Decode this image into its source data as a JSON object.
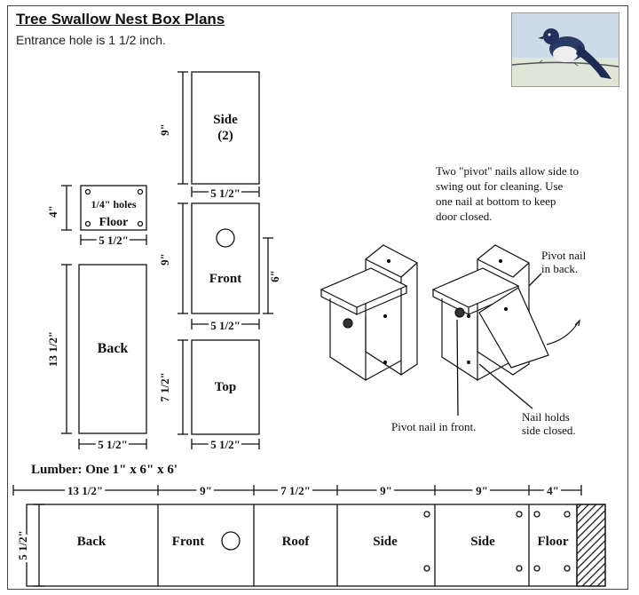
{
  "title": "Tree Swallow Nest Box Plans",
  "subtitle": "Entrance hole is 1 1/2 inch.",
  "photo": {
    "subject-icon": "tree-swallow-bird-icon"
  },
  "pieces": {
    "side": {
      "label": "Side",
      "count": "(2)",
      "height": "9\"",
      "width": "5 1/2\""
    },
    "floor": {
      "label": "Floor",
      "note": "1/4\" holes",
      "height": "4\"",
      "width": "5 1/2\""
    },
    "front": {
      "label": "Front",
      "height": "9\"",
      "width": "5 1/2\"",
      "hole_height": "6\""
    },
    "back": {
      "label": "Back",
      "height": "13 1/2\"",
      "width": "5 1/2\""
    },
    "top": {
      "label": "Top",
      "height": "7 1/2\"",
      "width": "5 1/2\""
    }
  },
  "notes": {
    "pivot_line1": "Two \"pivot\" nails allow side to",
    "pivot_line2": "swing out for cleaning.  Use",
    "pivot_line3": "one nail at bottom to keep",
    "pivot_line4": "door closed.",
    "back_nail_line1": "Pivot nail",
    "back_nail_line2": "in back.",
    "front_nail": "Pivot nail in front.",
    "holds_line1": "Nail holds",
    "holds_line2": "side closed."
  },
  "lumber": {
    "label": "Lumber:  One 1\" x 6\" x 6'",
    "width": "5 1/2\"",
    "segments": [
      {
        "label": "Back",
        "length": "13 1/2\""
      },
      {
        "label": "Front",
        "length": "9\""
      },
      {
        "label": "Roof",
        "length": "7 1/2\""
      },
      {
        "label": "Side",
        "length": "9\""
      },
      {
        "label": "Side",
        "length": "9\""
      },
      {
        "label": "Floor",
        "length": "4\""
      }
    ]
  },
  "colors": {
    "line": "#111111",
    "photo_sky": "#c9d8ea",
    "bird_blue": "#2a3a66"
  }
}
